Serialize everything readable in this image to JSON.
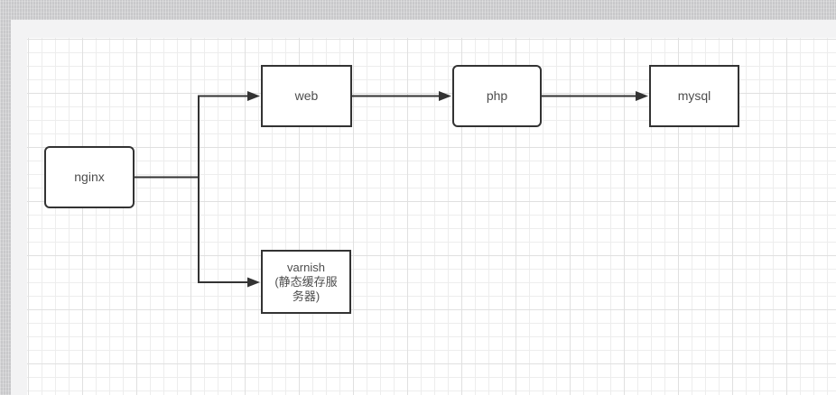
{
  "diagram": {
    "nodes": [
      {
        "id": "nginx",
        "shape": "rounded-rect",
        "lines": [
          "nginx"
        ]
      },
      {
        "id": "web",
        "shape": "rect",
        "lines": [
          "web"
        ]
      },
      {
        "id": "php",
        "shape": "rounded-rect",
        "lines": [
          "php"
        ]
      },
      {
        "id": "mysql",
        "shape": "rect",
        "lines": [
          "mysql"
        ]
      },
      {
        "id": "varnish",
        "shape": "rect",
        "lines": [
          "varnish",
          "(静态缓存服",
          "务器)"
        ],
        "full_label": "varnish (静态缓存服务器)"
      }
    ],
    "edges": [
      {
        "from": "nginx",
        "to": "web",
        "style": "orthogonal",
        "arrow": "filled-triangle"
      },
      {
        "from": "nginx",
        "to": "varnish",
        "style": "orthogonal",
        "arrow": "filled-triangle"
      },
      {
        "from": "web",
        "to": "php",
        "style": "straight",
        "arrow": "filled-triangle"
      },
      {
        "from": "php",
        "to": "mysql",
        "style": "straight",
        "arrow": "filled-triangle"
      }
    ],
    "colors": {
      "node_border": "#333333",
      "node_fill": "#ffffff",
      "edge": "#333333",
      "text": "#4d4d4d",
      "canvas": "#ffffff",
      "grid_minor": "#ededed",
      "grid_major": "#e0e0e0",
      "page_margin": "#f3f3f4",
      "desktop": "#c8c8ca"
    }
  }
}
